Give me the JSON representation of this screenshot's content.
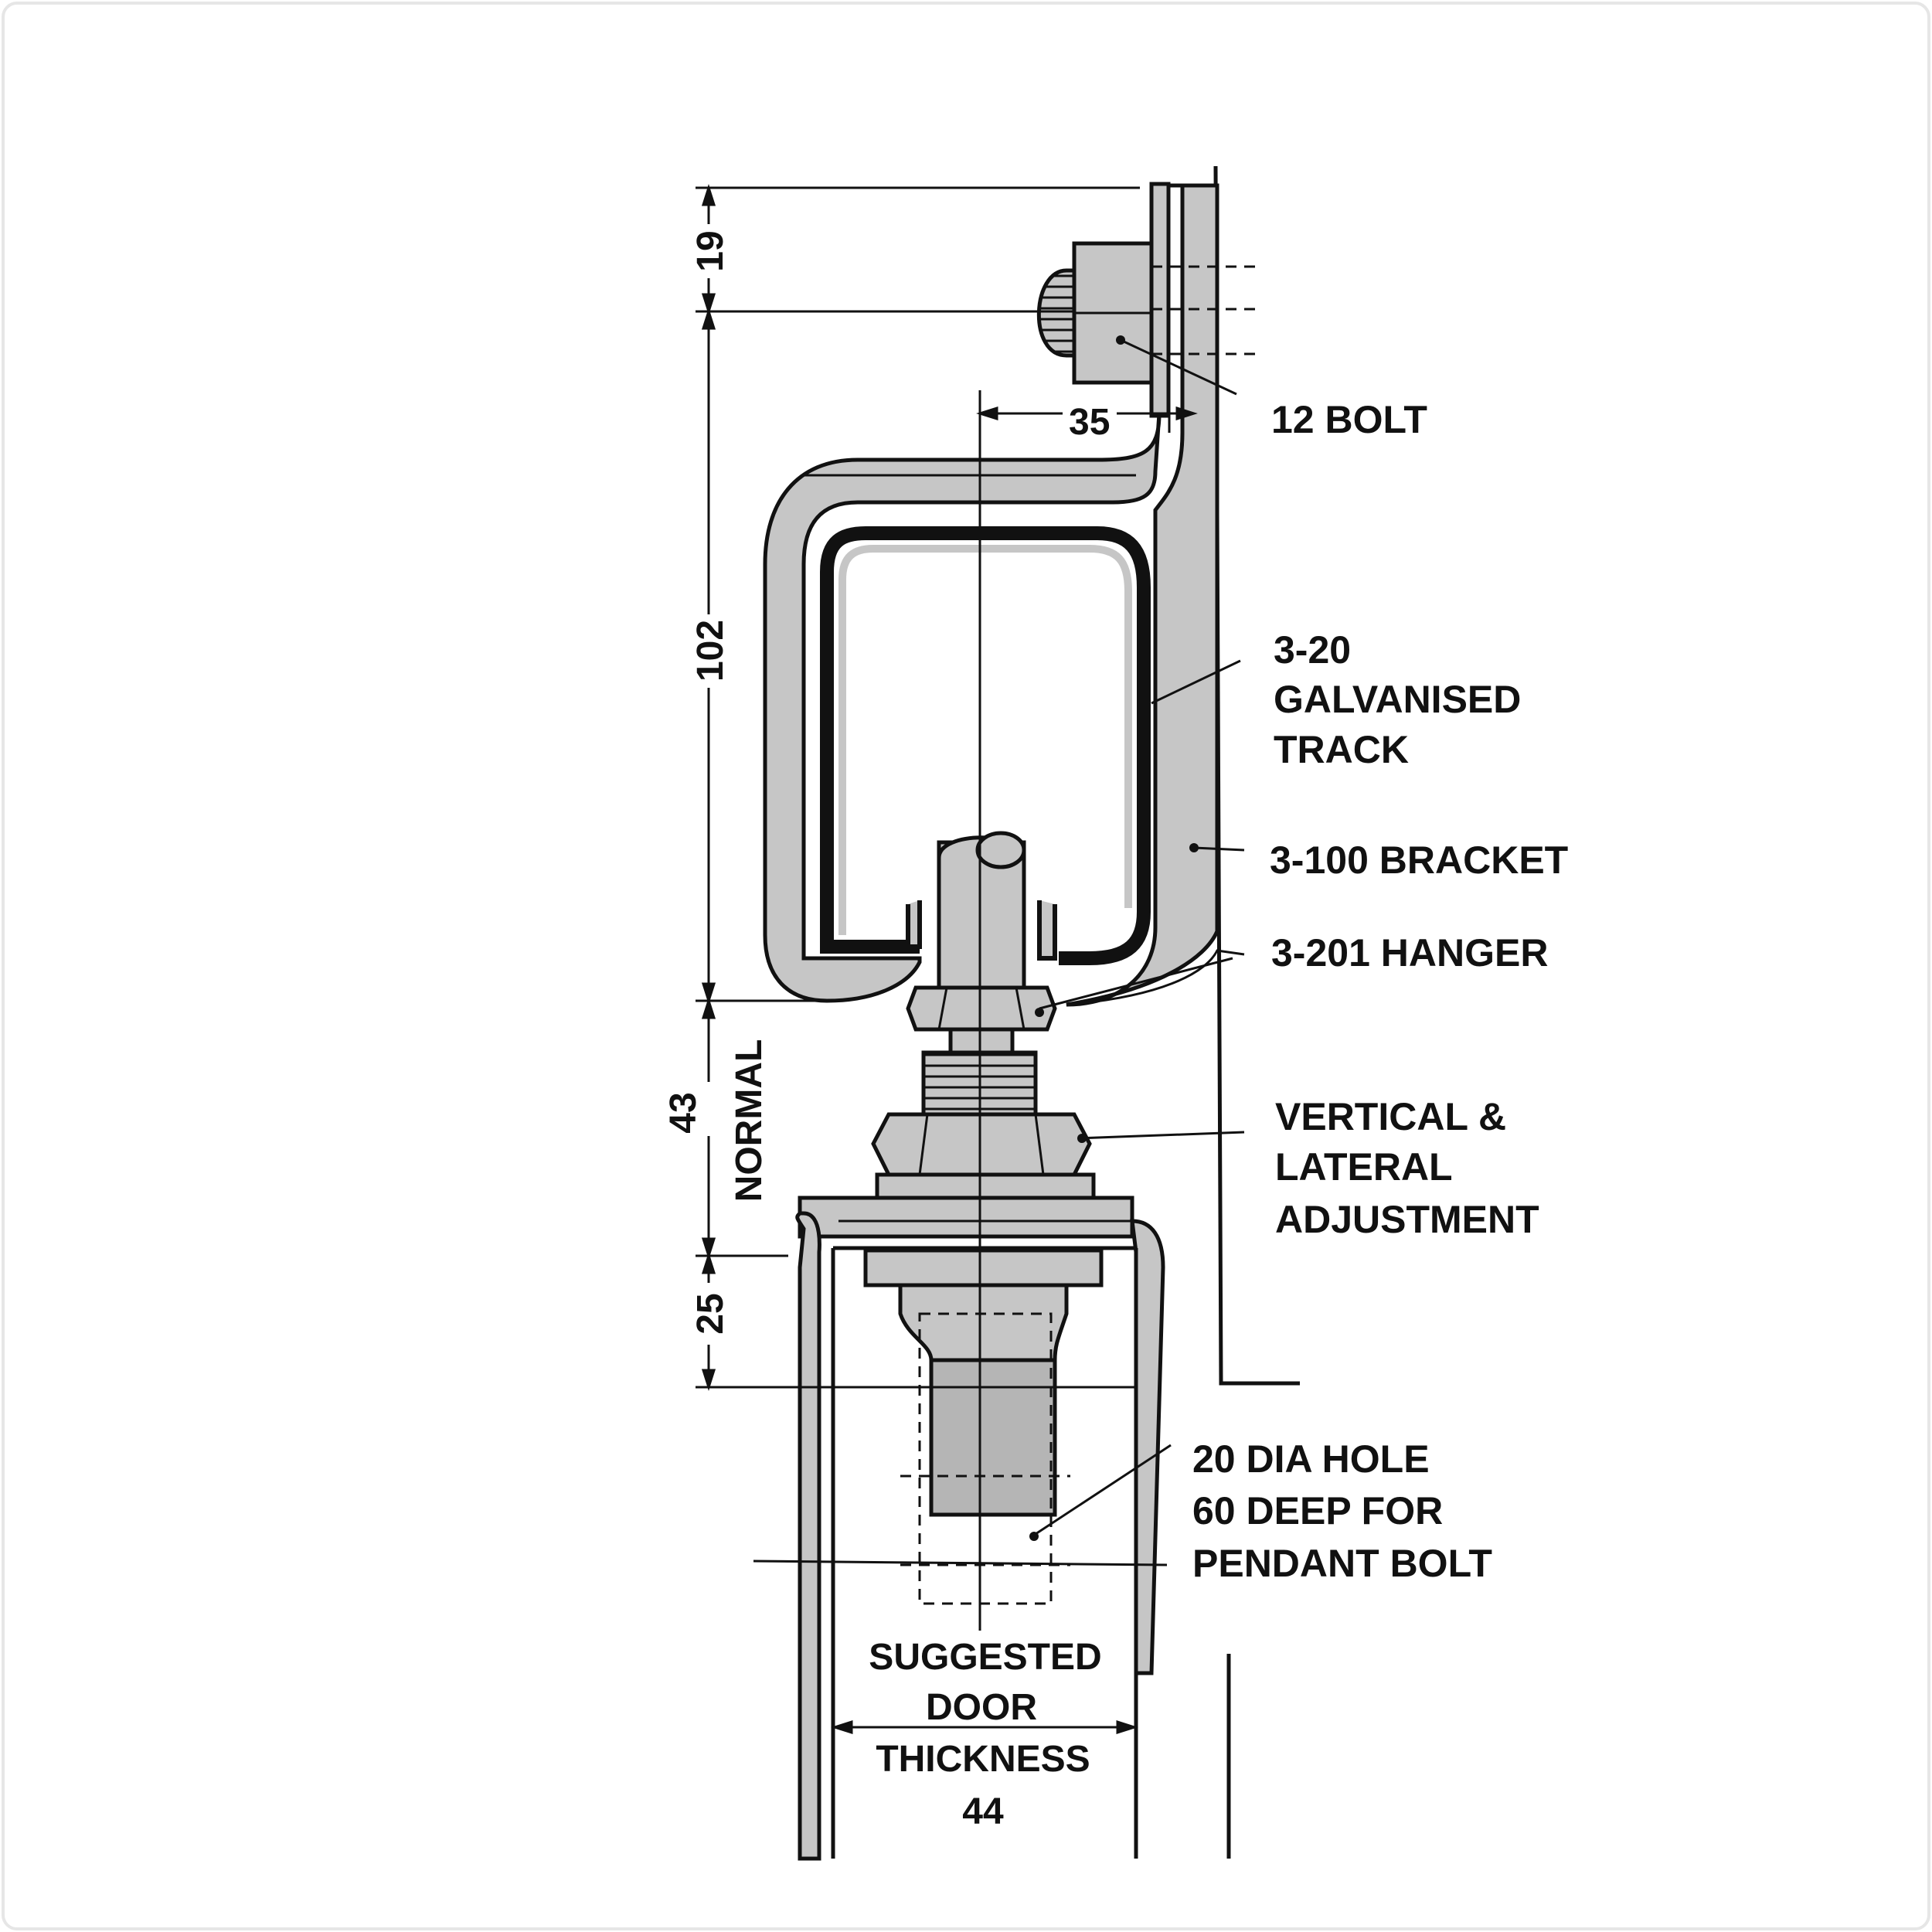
{
  "colors": {
    "paper": "#ffffff",
    "ink": "#111111",
    "steel": "#c6c6c6",
    "steel_dark": "#a9a9a9"
  },
  "dimensions": {
    "d19": "19",
    "d102": "102",
    "d43": "43",
    "normal": "NORMAL",
    "d25": "25",
    "d35": "35"
  },
  "labels": {
    "bolt": "12 BOLT",
    "track": [
      "3-20",
      "GALVANISED",
      "TRACK"
    ],
    "bracket": "3-100 BRACKET",
    "hanger": "3-201 HANGER",
    "adjustment": [
      "VERTICAL &",
      "LATERAL",
      "ADJUSTMENT"
    ],
    "hole": [
      "20 DIA HOLE",
      "60 DEEP FOR",
      "PENDANT BOLT"
    ],
    "door": [
      "SUGGESTED",
      "DOOR",
      "THICKNESS",
      "44"
    ]
  }
}
